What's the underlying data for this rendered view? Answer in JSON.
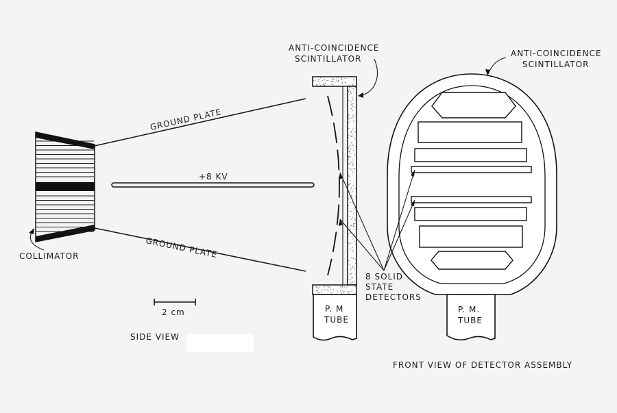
{
  "labels": {
    "anti_coincidence_side": [
      "ANTI-COINCIDENCE",
      "SCINTILLATOR"
    ],
    "anti_coincidence_front": [
      "ANTI-COINCIDENCE",
      "SCINTILLATOR"
    ],
    "ground_plate_top": "GROUND PLATE",
    "ground_plate_bottom": "GROUND PLATE",
    "voltage": "+8 KV",
    "collimator": "COLLIMATOR",
    "detectors": [
      "8 SOLID",
      "STATE",
      "DETECTORS"
    ],
    "scale": "2 cm",
    "side_view": "SIDE VIEW",
    "pm_tube_side": [
      "P. M",
      "TUBE"
    ],
    "pm_tube_front": [
      "P. M.",
      "TUBE"
    ],
    "front_view": "FRONT VIEW OF DETECTOR ASSEMBLY"
  },
  "colors": {
    "ink": "#1a1a1a",
    "paper": "#f4f4f2"
  }
}
